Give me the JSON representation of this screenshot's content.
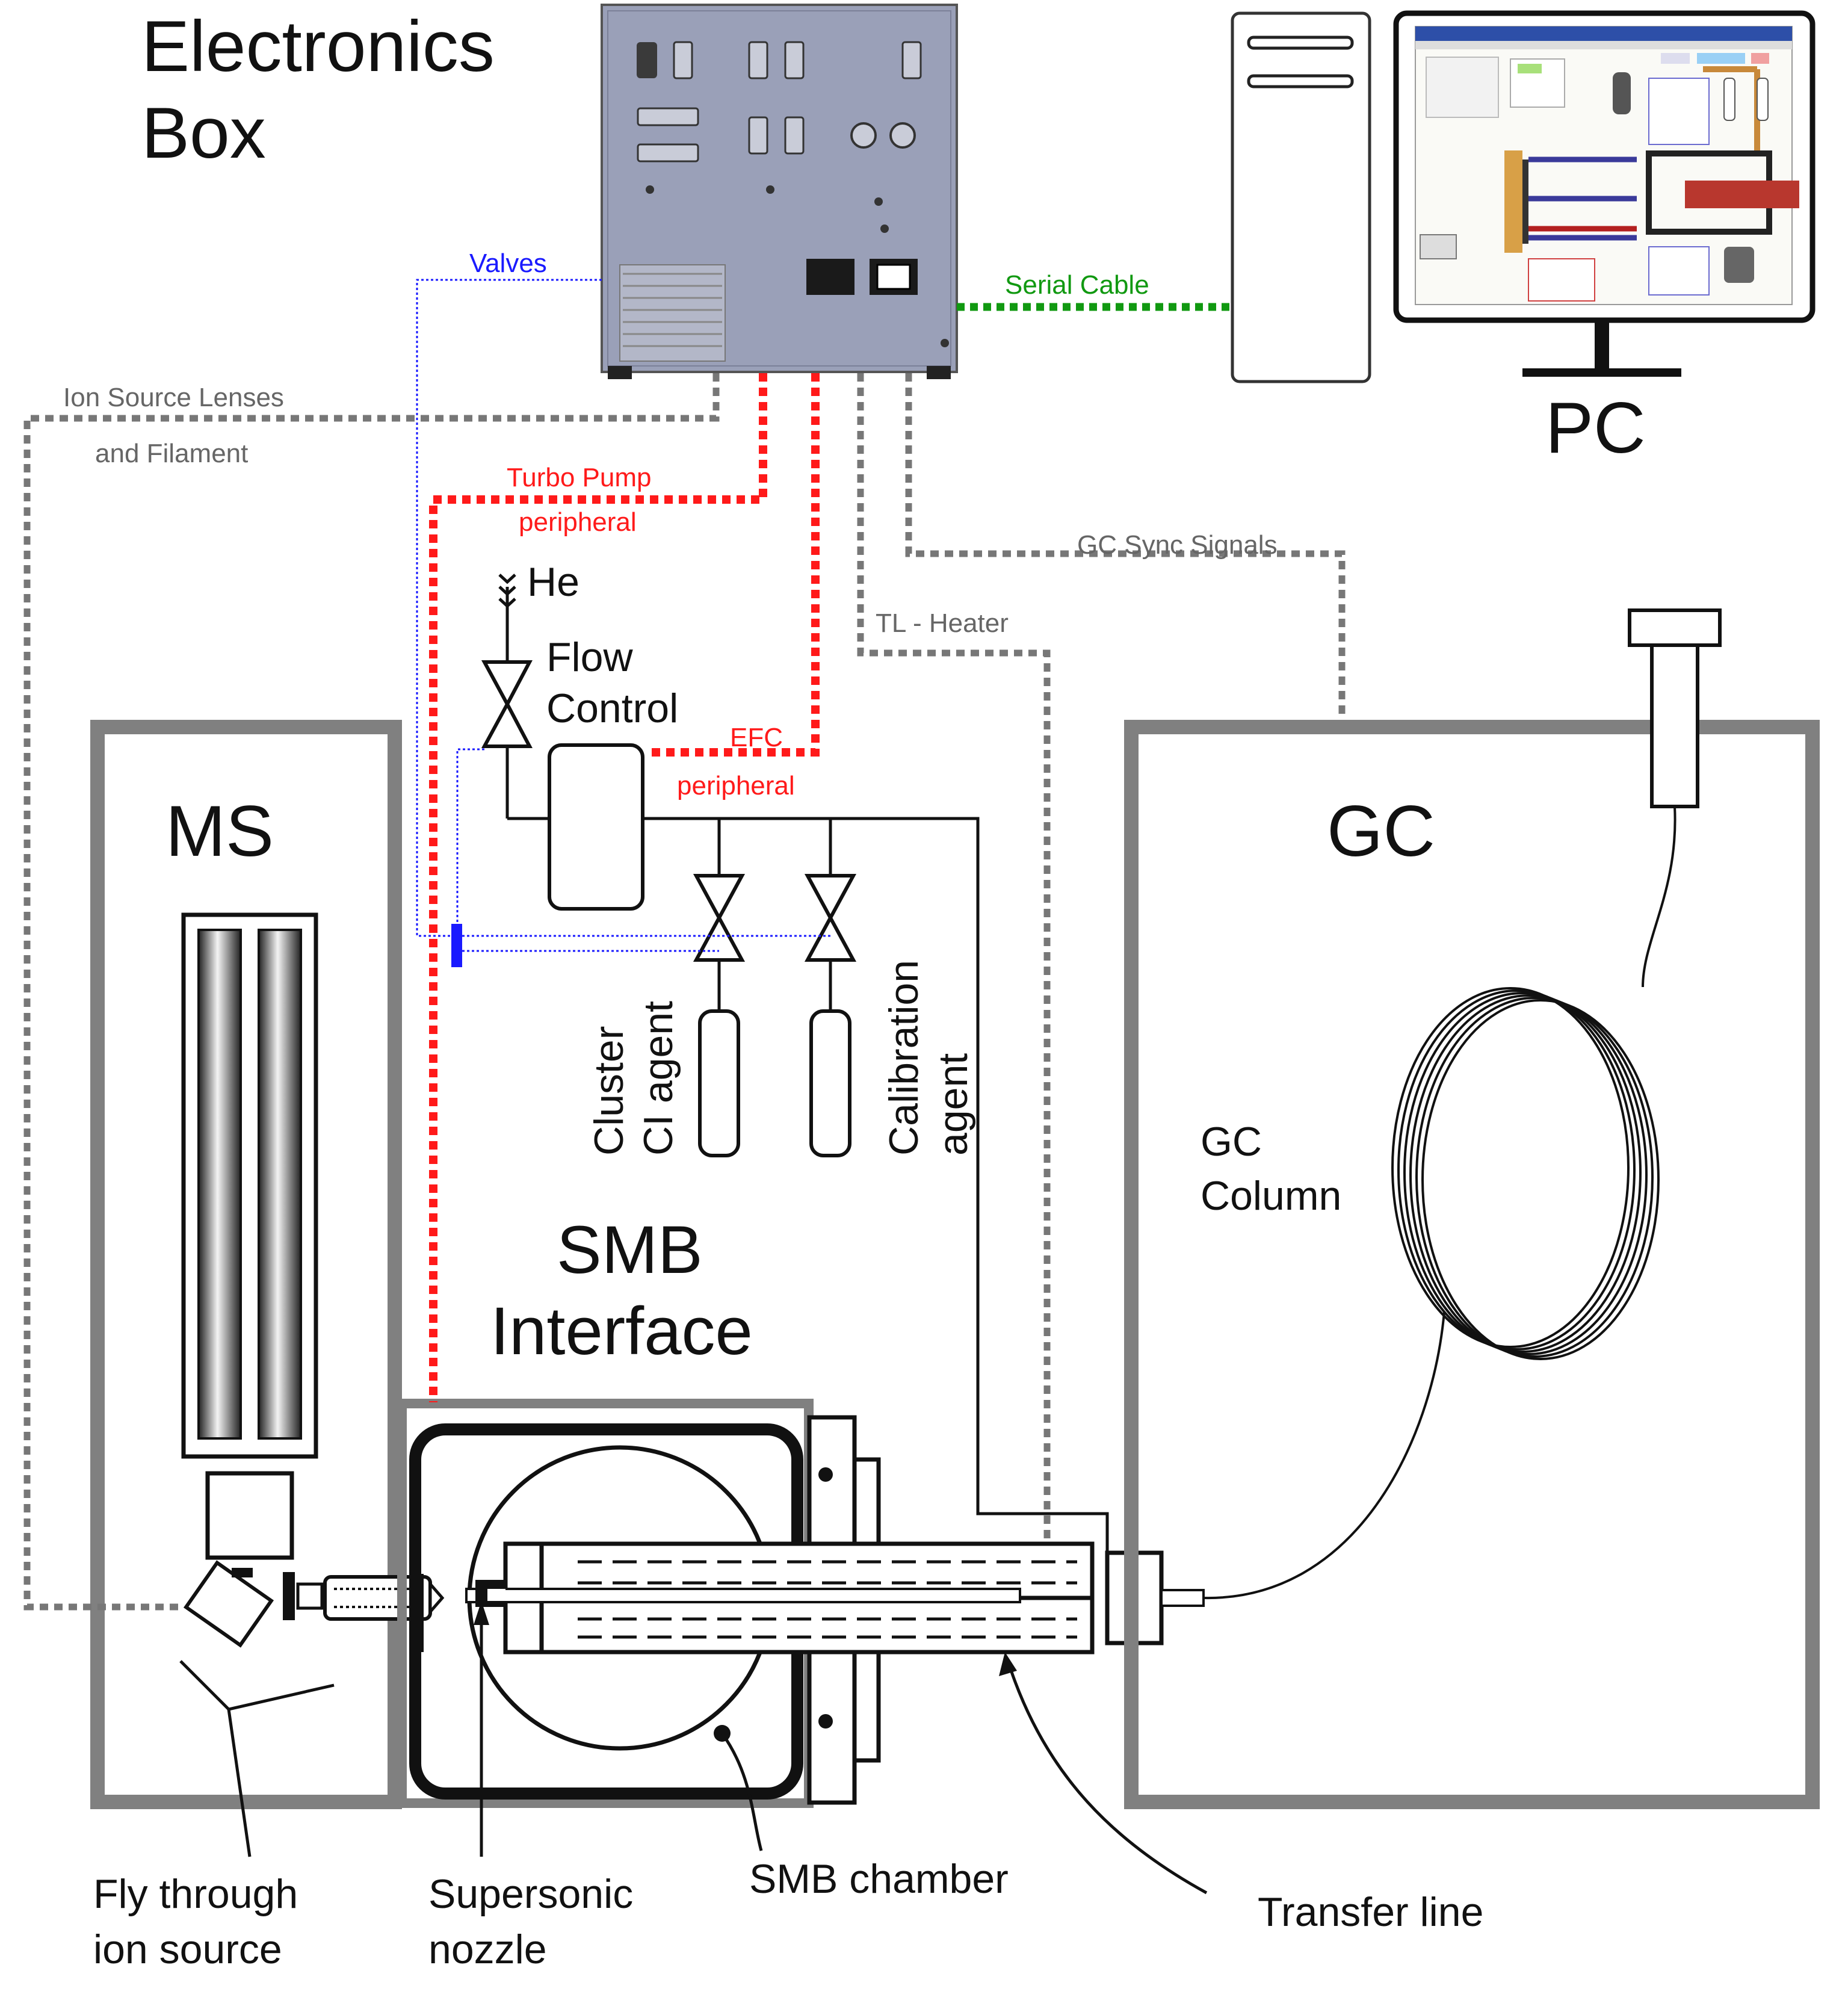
{
  "colors": {
    "valves": "#1a1aff",
    "peripheral": "#ff1a1a",
    "signal": "#777777",
    "serial": "#119911",
    "outline": "#808080",
    "box_fill": "#9aa0b8"
  },
  "labels": {
    "electronics_box": [
      "Electronics",
      "Box"
    ],
    "pc": "PC",
    "ms": "MS",
    "gc": "GC",
    "gc_column": [
      "GC",
      "Column"
    ],
    "smb_interface": [
      "SMB",
      "Interface"
    ],
    "valves": "Valves",
    "serial_cable": "Serial Cable",
    "ion_source_lenses": [
      "Ion Source Lenses",
      "and Filament"
    ],
    "turbo_pump": [
      "Turbo Pump",
      "peripheral"
    ],
    "he": "He",
    "flow_control": [
      "Flow",
      "Control"
    ],
    "efc": [
      "EFC",
      "peripheral"
    ],
    "tl_heater": "TL - Heater",
    "gc_sync": "GC Sync Signals",
    "cluster_ci": [
      "Cluster",
      "CI agent"
    ],
    "calibration": [
      "Calibration",
      "agent"
    ],
    "fly_through": [
      "Fly through",
      "ion source"
    ],
    "supersonic_nozzle": [
      "Supersonic",
      "nozzle"
    ],
    "smb_chamber": "SMB chamber",
    "transfer_line": "Transfer line"
  },
  "icons": [
    "electronics-box-icon",
    "pc-tower-icon",
    "monitor-icon",
    "valve-icon",
    "gas-cylinder-icon",
    "gc-column-coil-icon",
    "injector-icon",
    "quadrupole-rods-icon"
  ]
}
